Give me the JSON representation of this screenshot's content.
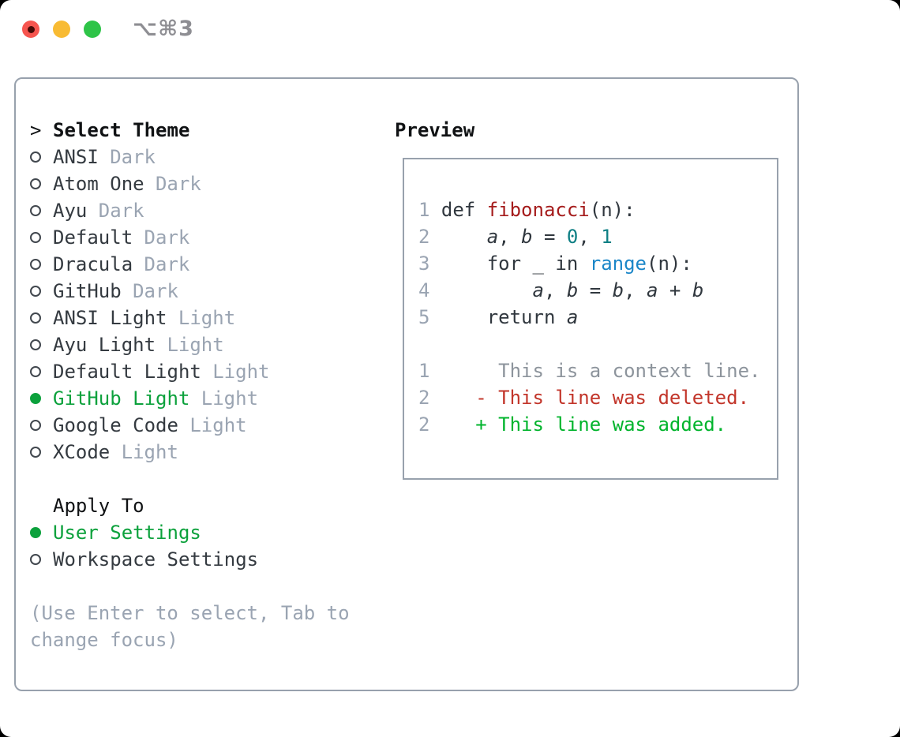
{
  "window": {
    "title": "⌥⌘3"
  },
  "colors": {
    "accent-green": "#0ca13c",
    "added-green": "#00b42c",
    "deleted-red": "#c2352a",
    "function-red": "#a51c1c",
    "number-teal": "#0e7f84",
    "call-blue": "#1a86c8",
    "muted-gray": "#9aa4b2",
    "context-gray": "#8d949c",
    "code-fg": "#30373e",
    "list-fg": "#343a40",
    "heading-fg": "#101214",
    "border-gray": "#98a1ad",
    "radio-outline": "#41474e",
    "titlebar-gray": "#8e8e93",
    "light-red": "#f6554f",
    "light-red-dot": "#470a06",
    "light-yellow": "#f8bb33",
    "light-green": "#2ec448"
  },
  "panel": {
    "theme_list": {
      "cursor": ">",
      "title": "Select Theme",
      "items": [
        {
          "name": "ANSI",
          "tag": "Dark",
          "selected": false
        },
        {
          "name": "Atom One",
          "tag": "Dark",
          "selected": false
        },
        {
          "name": "Ayu",
          "tag": "Dark",
          "selected": false
        },
        {
          "name": "Default",
          "tag": "Dark",
          "selected": false
        },
        {
          "name": "Dracula",
          "tag": "Dark",
          "selected": false
        },
        {
          "name": "GitHub",
          "tag": "Dark",
          "selected": false
        },
        {
          "name": "ANSI Light",
          "tag": "Light",
          "selected": false
        },
        {
          "name": "Ayu Light",
          "tag": "Light",
          "selected": false
        },
        {
          "name": "Default Light",
          "tag": "Light",
          "selected": false
        },
        {
          "name": "GitHub Light",
          "tag": "Light",
          "selected": true
        },
        {
          "name": "Google Code",
          "tag": "Light",
          "selected": false
        },
        {
          "name": "XCode",
          "tag": "Light",
          "selected": false
        }
      ]
    },
    "apply_to": {
      "title": "Apply To",
      "items": [
        {
          "name": "User Settings",
          "selected": true
        },
        {
          "name": "Workspace Settings",
          "selected": false
        }
      ]
    },
    "hint": "(Use Enter to select, Tab to change focus)",
    "preview": {
      "title": "Preview",
      "lines": [
        {
          "num": "1",
          "kind": "code",
          "segs": [
            {
              "t": " def ",
              "c": "plain"
            },
            {
              "t": "fibonacci",
              "c": "fn"
            },
            {
              "t": "(n):",
              "c": "plain"
            }
          ]
        },
        {
          "num": "2",
          "kind": "code",
          "segs": [
            {
              "t": "     ",
              "c": "plain"
            },
            {
              "t": "a",
              "c": "var"
            },
            {
              "t": ", ",
              "c": "plain"
            },
            {
              "t": "b",
              "c": "var"
            },
            {
              "t": " = ",
              "c": "plain"
            },
            {
              "t": "0",
              "c": "num"
            },
            {
              "t": ", ",
              "c": "plain"
            },
            {
              "t": "1",
              "c": "num"
            }
          ]
        },
        {
          "num": "3",
          "kind": "code",
          "segs": [
            {
              "t": "     for _ in ",
              "c": "plain"
            },
            {
              "t": "range",
              "c": "call"
            },
            {
              "t": "(n):",
              "c": "plain"
            }
          ]
        },
        {
          "num": "4",
          "kind": "code",
          "segs": [
            {
              "t": "         ",
              "c": "plain"
            },
            {
              "t": "a",
              "c": "var"
            },
            {
              "t": ", ",
              "c": "plain"
            },
            {
              "t": "b",
              "c": "var"
            },
            {
              "t": " = ",
              "c": "plain"
            },
            {
              "t": "b",
              "c": "var"
            },
            {
              "t": ", ",
              "c": "plain"
            },
            {
              "t": "a",
              "c": "var"
            },
            {
              "t": " + ",
              "c": "plain"
            },
            {
              "t": "b",
              "c": "var"
            }
          ]
        },
        {
          "num": "5",
          "kind": "code",
          "segs": [
            {
              "t": "     return ",
              "c": "plain"
            },
            {
              "t": "a",
              "c": "var"
            }
          ]
        },
        {
          "num": " ",
          "kind": "blank",
          "segs": []
        },
        {
          "num": "1",
          "kind": "diff-context",
          "segs": [
            {
              "t": "      This is a context line.",
              "c": "ctx"
            }
          ]
        },
        {
          "num": "2",
          "kind": "diff-deleted",
          "segs": [
            {
              "t": "    ",
              "c": "plain"
            },
            {
              "t": "- This line was deleted.",
              "c": "del"
            }
          ]
        },
        {
          "num": "2",
          "kind": "diff-added",
          "segs": [
            {
              "t": "    ",
              "c": "plain"
            },
            {
              "t": "+ This line was added.",
              "c": "add"
            }
          ]
        }
      ]
    }
  }
}
